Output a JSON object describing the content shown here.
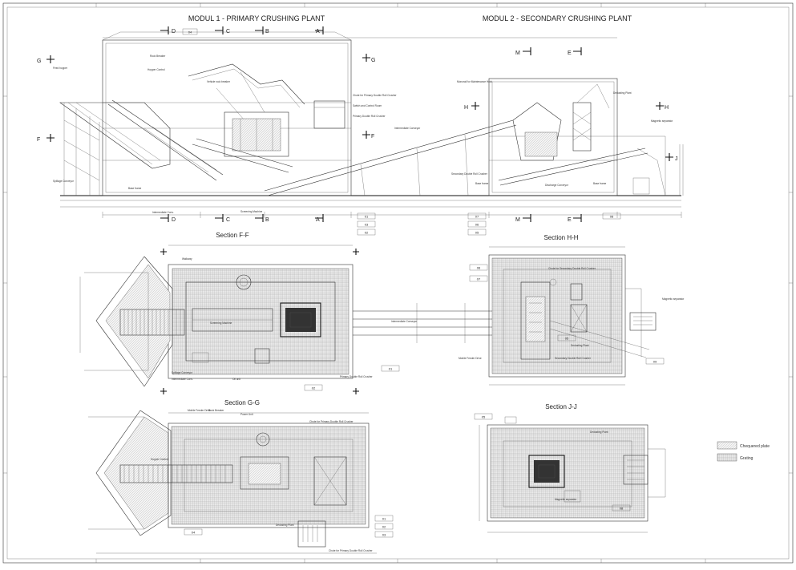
{
  "titles": {
    "modul1": "MODUL 1 - PRIMARY CRUSHING PLANT",
    "modul2": "MODUL 2 - SECONDARY CRUSHING PLANT"
  },
  "sections": {
    "ff": "Section F-F",
    "hh": "Section H-H",
    "gg": "Section G-G",
    "jj": "Section J-J"
  },
  "cut_marks": [
    "D",
    "C",
    "B",
    "A",
    "G",
    "F",
    "M",
    "E",
    "H",
    "J"
  ],
  "legend": {
    "chequered": "Chequered plate",
    "grating": "Grating"
  },
  "labels": {
    "feed_hopper": "Feed hopper",
    "rock_breaker": "Rock Breaker",
    "hopper_control": "Hopper Control",
    "vehicle_rock_breaker": "Vehicle rock breaker",
    "primary_double_roll": "Primary Double Roll Crusher",
    "chute_primary": "Chute for Primary Double Roll Crusher",
    "intermediate_conveyor": "Intermediate Conveyor",
    "spillage_conveyor": "Spillage Conveyor",
    "base_frame": "Base frame",
    "switch_room": "Switch and Control Room",
    "secondary_double_roll": "Secondary Double Roll Crusher",
    "dedusting_plant": "Dedusting Plant",
    "magnetic_separator": "Magnetic separator",
    "discharge_conveyor": "Discharge Conveyor",
    "monorail": "Monorail for Maintenance Hoist",
    "chute_secondary": "Chute for Secondary Double Roll Crusher",
    "mobile_feeder": "Mobile Feeder Drive",
    "screening_machine": "Screening Machine",
    "intermediate_conv_short": "Intermediate Conv.",
    "oil_unit": "Oil unit",
    "power_unit": "Power Unit",
    "ladder": "Ladder",
    "walkway": "Walkway"
  },
  "tags": [
    "01",
    "02",
    "03",
    "04",
    "05",
    "06",
    "07",
    "08",
    "09"
  ]
}
